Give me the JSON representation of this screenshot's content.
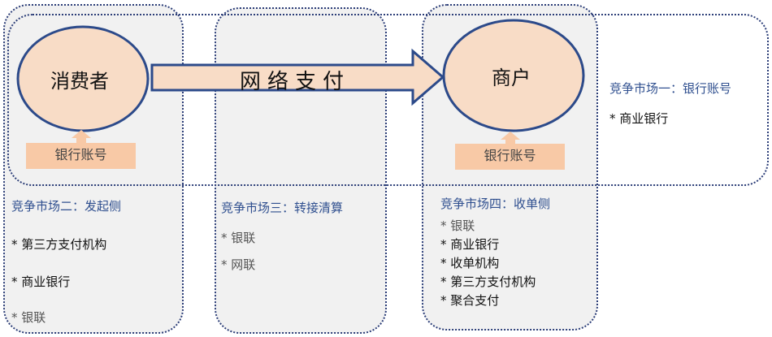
{
  "consumer": {
    "label": "消费者",
    "account": "银行账号"
  },
  "merchant": {
    "label": "商户",
    "account": "银行账号"
  },
  "arrow_label": "网络支付",
  "market1": {
    "title": "竞争市场一：银行账号",
    "items": [
      "* 商业银行"
    ]
  },
  "market2": {
    "title": "竞争市场二：发起侧",
    "items": [
      "* 第三方支付机构",
      "* 商业银行",
      "* 银联"
    ]
  },
  "market3": {
    "title": "竞争市场三：转接清算",
    "items": [
      "*  银联",
      "*  网联"
    ]
  },
  "market4": {
    "title": "竞争市场四：收单侧",
    "items": [
      "*  银联",
      "*  商业银行",
      "*  收单机构",
      "*  第三方支付机构",
      "*  聚合支付"
    ]
  },
  "colors": {
    "border": "#2c3e78",
    "fill": "#f8dcc6",
    "box": "#f1f1f1",
    "title": "#2f4f8f"
  }
}
